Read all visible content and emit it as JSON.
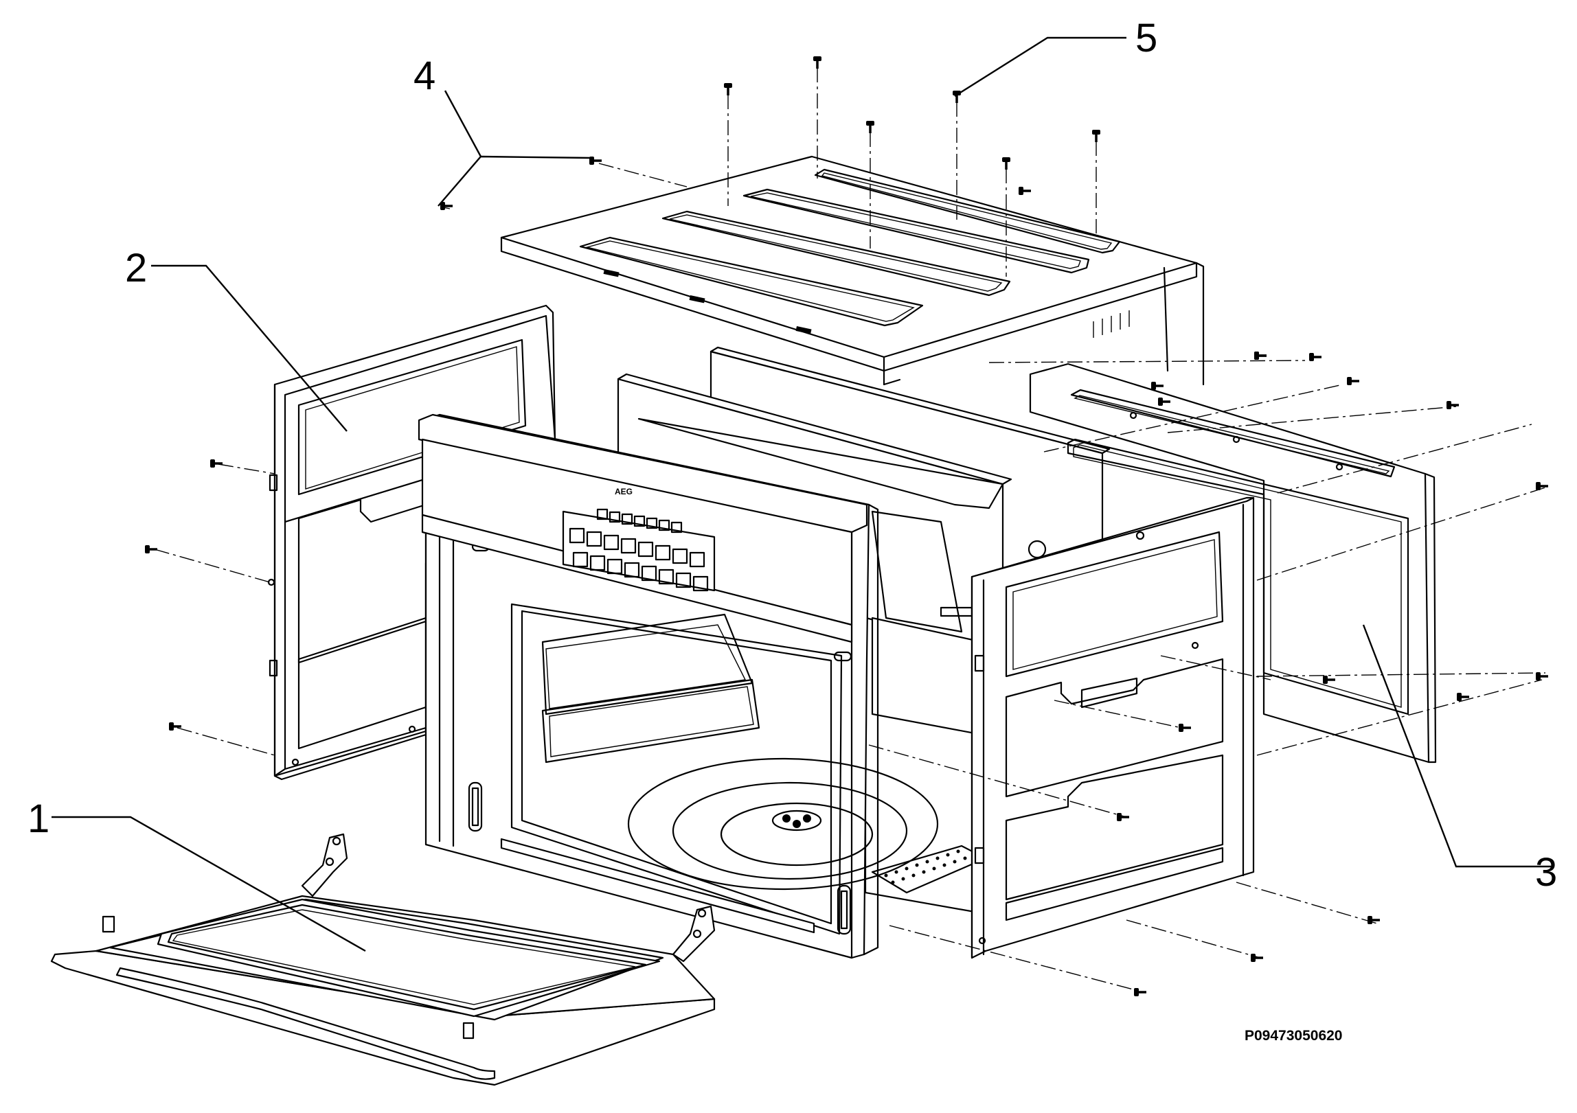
{
  "diagram": {
    "callouts": [
      {
        "id": "1",
        "label": "1"
      },
      {
        "id": "2",
        "label": "2"
      },
      {
        "id": "3",
        "label": "3"
      },
      {
        "id": "4",
        "label": "4"
      },
      {
        "id": "5",
        "label": "5"
      }
    ],
    "panel_brand": "AEG",
    "part_code": "P09473050620"
  }
}
